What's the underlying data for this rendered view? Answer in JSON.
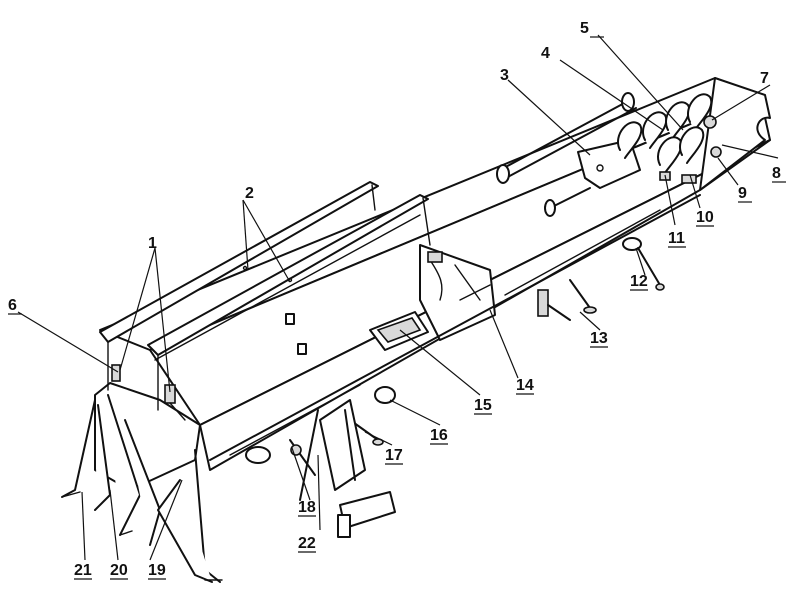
{
  "callouts": {
    "c1": "1",
    "c2": "2",
    "c3": "3",
    "c4": "4",
    "c5": "5",
    "c6": "6",
    "c7": "7",
    "c8": "8",
    "c9": "9",
    "c10": "10",
    "c11": "11",
    "c12": "12",
    "c13": "13",
    "c14": "14",
    "c15": "15",
    "c16": "16",
    "c17": "17",
    "c18": "18",
    "c19": "19",
    "c20": "20",
    "c21": "21",
    "c22": "22"
  },
  "colors": {
    "line": "#111111",
    "background": "#ffffff",
    "shade": "#d9d9d9"
  }
}
